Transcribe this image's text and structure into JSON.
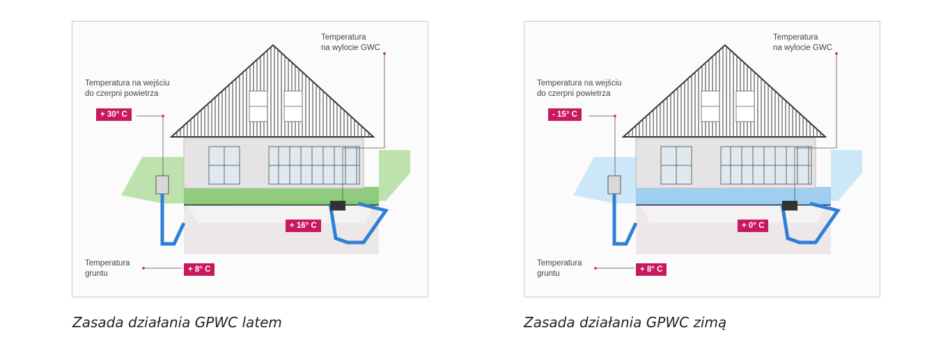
{
  "panels": [
    {
      "id": "summer",
      "inlet_label": "Temperatura na wejściu\ndo czerpni powietrza",
      "inlet_value": "+ 30° C",
      "outlet_label": "Temperatura\nna wylocie GWC",
      "outlet_value": "+ 16° C",
      "ground_label": "Temperatura\ngruntu",
      "ground_value": "+ 8° C",
      "caption": "Zasada działania GPWC latem",
      "colors": {
        "ground_layer": "#7cc46a",
        "ground_layer_light": "#b6dfa5",
        "pipe": "#2f7fd6",
        "badge": "#c8195e"
      }
    },
    {
      "id": "winter",
      "inlet_label": "Temperatura na wejściu\ndo czerpni powietrza",
      "inlet_value": "- 15° C",
      "outlet_label": "Temperatura\nna wylocie  GWC",
      "outlet_value": "+ 0° C",
      "ground_label": "Temperatura\ngruntu",
      "ground_value": "+ 8° C",
      "caption": "Zasada działania GPWC zimą",
      "colors": {
        "ground_layer": "#8fc7ee",
        "ground_layer_light": "#c7e4f7",
        "pipe": "#2f7fd6",
        "badge": "#c8195e"
      }
    }
  ]
}
